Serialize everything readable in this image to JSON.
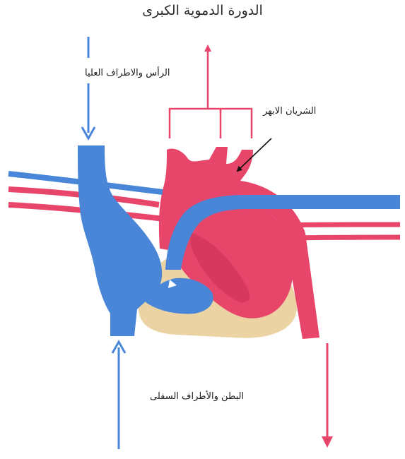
{
  "title": "الدورة الدموية الكبرى",
  "labels": {
    "head_upper_limbs": "الرأس والاطراف العليا",
    "aorta": "الشريان الابهر",
    "abdomen_lower_limbs": "البطن والأطراف السفلى"
  },
  "colors": {
    "oxygenated": "#e8456a",
    "oxygenated_dark": "#c22a4e",
    "deoxygenated": "#4a86d8",
    "deoxygenated_dark": "#2f65b5",
    "pericardium": "#ecd3a4",
    "pointer": "#111111"
  }
}
